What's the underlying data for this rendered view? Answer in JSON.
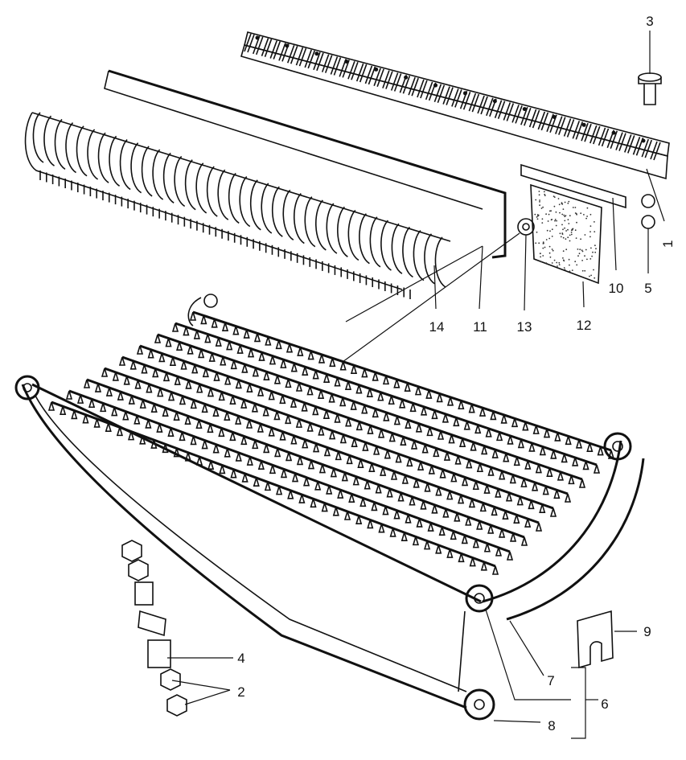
{
  "diagram": {
    "labels": {
      "p1": "1",
      "p2": "2",
      "p3": "3",
      "p4": "4",
      "p5": "5",
      "p6": "6",
      "p7": "7",
      "p8": "8",
      "p9": "9",
      "p10": "10",
      "p11": "11",
      "p12": "12",
      "p13": "13",
      "p14": "14"
    }
  }
}
